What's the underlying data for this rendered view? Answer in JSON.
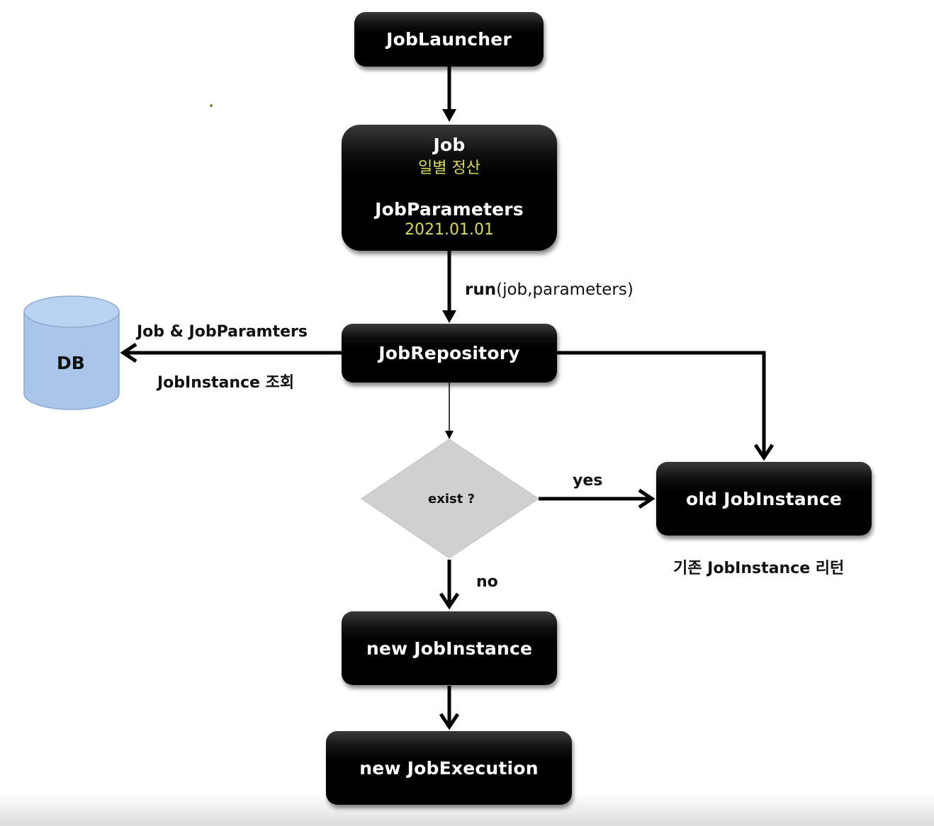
{
  "diagram": {
    "nodes": {
      "job_launcher": {
        "label": "JobLauncher"
      },
      "job": {
        "label": "Job",
        "job_name": "일별 정산",
        "params_label": "JobParameters",
        "params_value": "2021.01.01"
      },
      "job_repository": {
        "label": "JobRepository"
      },
      "db": {
        "label": "DB"
      },
      "decision": {
        "label": "exist ?"
      },
      "old_job_instance": {
        "label": "old JobInstance"
      },
      "new_job_instance": {
        "label": "new JobInstance"
      },
      "new_job_execution": {
        "label": "new JobExecution"
      }
    },
    "edge_labels": {
      "run_method": "run",
      "run_args": "(job,parameters)",
      "db_query_top": "Job & JobParamters",
      "db_query_bottom": "JobInstance 조회",
      "yes": "yes",
      "no": "no",
      "old_return": "기존 JobInstance 리턴"
    },
    "colors": {
      "box": "#000000",
      "highlight_text": "#d9d95a",
      "db_fill": "#a9c6ea",
      "decision_fill": "#d0d0d0"
    }
  }
}
